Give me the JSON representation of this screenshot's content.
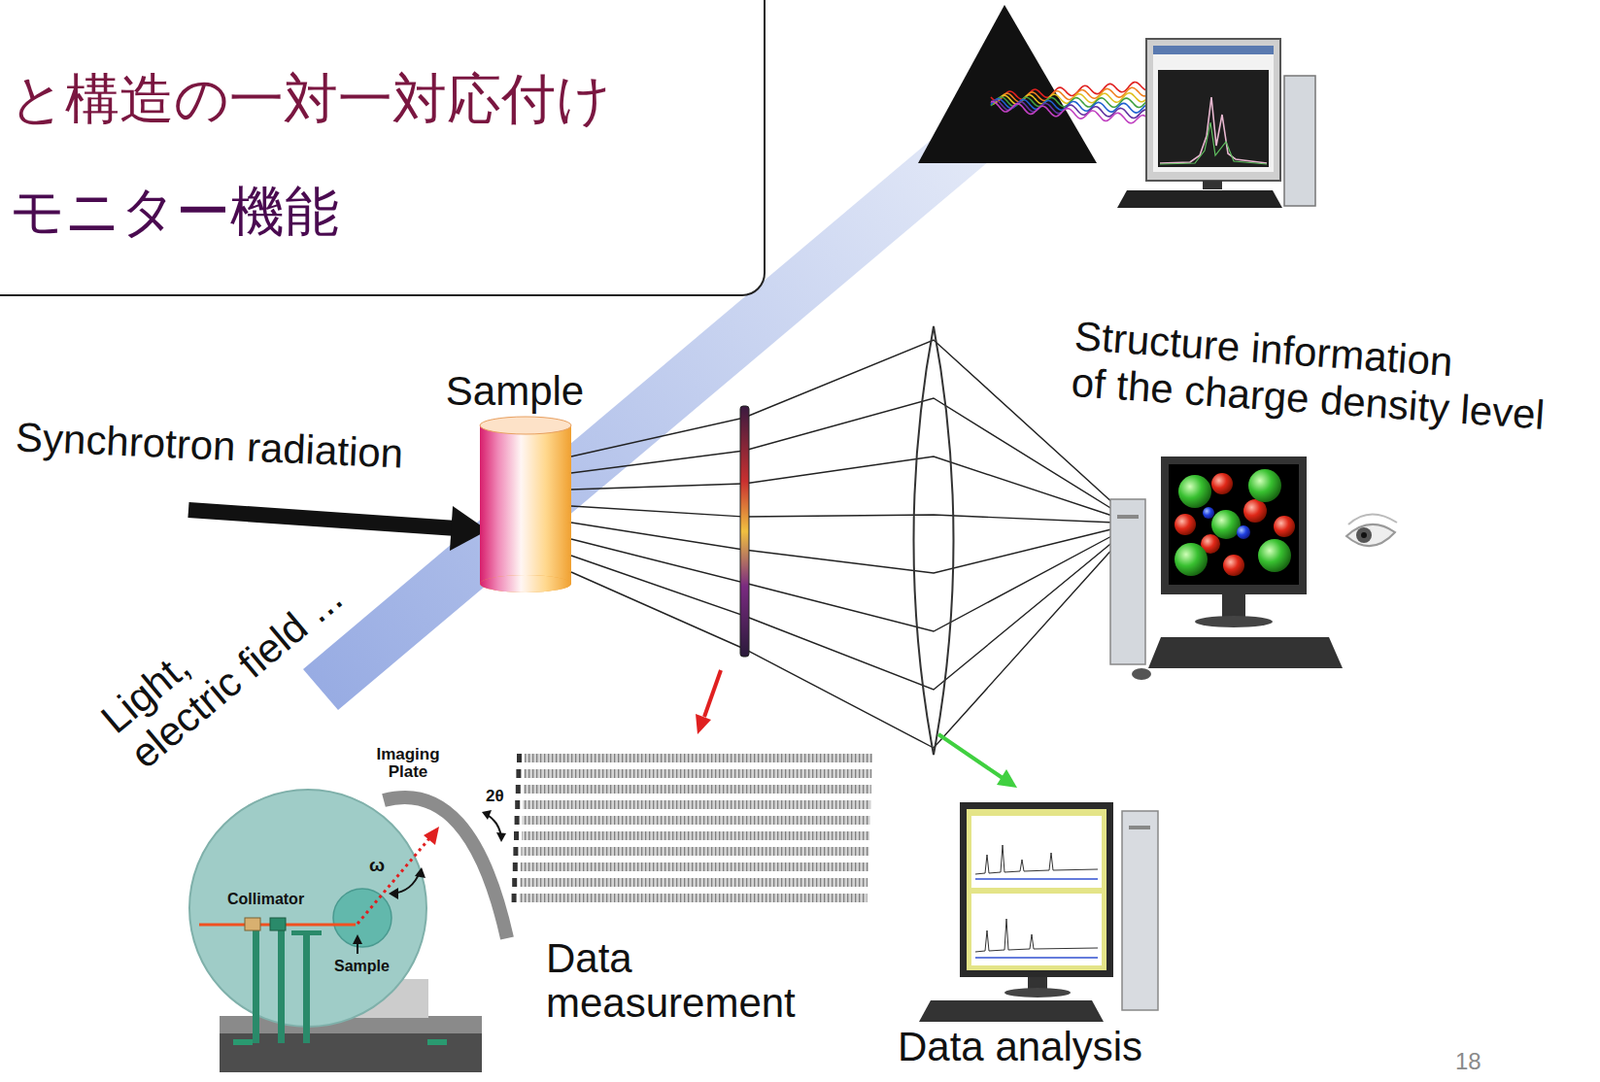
{
  "diagram": {
    "nodes": [
      {
        "text": [
          "と構造の一対一対応付け",
          "モニター機能"
        ]
      },
      {
        "text": [
          "Sample"
        ]
      },
      {
        "text": [
          "Structure information of the charge density level"
        ]
      },
      {
        "text": [
          "Data measurement"
        ]
      },
      {
        "text": [
          "Data analysis"
        ]
      }
    ],
    "labels": [
      "Synchrotron radiation",
      "Light, electric field ...",
      "Imaging Plate",
      "2θ",
      "ω",
      "Collimator",
      "Sample",
      "18"
    ]
  }
}
